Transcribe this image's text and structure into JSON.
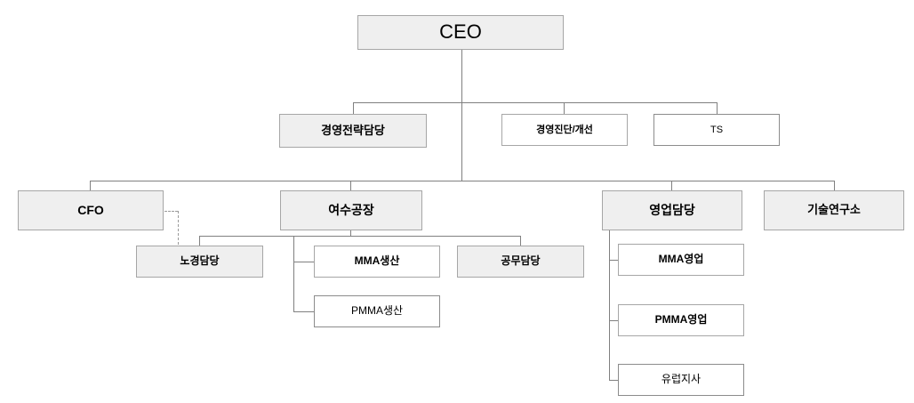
{
  "chart_data": {
    "type": "diagram",
    "diagram_type": "organization-chart",
    "title": "",
    "orientation": "top-down",
    "colors": {
      "node_fill_shaded": "#efefef",
      "node_fill_plain": "#ffffff",
      "node_border": "#a6a6a6",
      "connector": "#808080",
      "text": "#000000",
      "background": "#ffffff"
    },
    "levels": [
      {
        "level": 1,
        "labels": [
          "CEO"
        ]
      },
      {
        "level": 2,
        "labels": [
          "경영전략담당",
          "경영진단/개선",
          "TS"
        ]
      },
      {
        "level": 3,
        "labels": [
          "CFO",
          "여수공장",
          "영업담당",
          "기술연구소"
        ]
      },
      {
        "level": 4,
        "labels": [
          "노경담당",
          "MMA생산",
          "PMMA생산",
          "공무담당",
          "MMA영업",
          "PMMA영업",
          "유럽지사"
        ]
      }
    ],
    "nodes": [
      {
        "id": "ceo",
        "label": "CEO",
        "level": 1,
        "style": "shaded",
        "weight": "normal",
        "font_size": 22
      },
      {
        "id": "strategy",
        "label": "경영전략담당",
        "level": 2,
        "style": "shaded",
        "weight": "bold",
        "font_size": 13
      },
      {
        "id": "diagnosis",
        "label": "경영진단/개선",
        "level": 2,
        "style": "plain",
        "weight": "bold",
        "font_size": 11
      },
      {
        "id": "ts",
        "label": "TS",
        "level": 2,
        "style": "plain",
        "weight": "normal",
        "font_size": 11
      },
      {
        "id": "cfo",
        "label": "CFO",
        "level": 3,
        "style": "shaded",
        "weight": "bold",
        "font_size": 14
      },
      {
        "id": "yeosu",
        "label": "여수공장",
        "level": 3,
        "style": "shaded",
        "weight": "bold",
        "font_size": 14
      },
      {
        "id": "sales",
        "label": "영업담당",
        "level": 3,
        "style": "shaded",
        "weight": "bold",
        "font_size": 14
      },
      {
        "id": "rnd",
        "label": "기술연구소",
        "level": 3,
        "style": "shaded",
        "weight": "bold",
        "font_size": 13
      },
      {
        "id": "labor",
        "label": "노경담당",
        "level": 4,
        "style": "shaded",
        "weight": "bold",
        "font_size": 12
      },
      {
        "id": "mma_prod",
        "label": "MMA생산",
        "level": 4,
        "style": "plain",
        "weight": "bold",
        "font_size": 12
      },
      {
        "id": "pmma_prod",
        "label": "PMMA생산",
        "level": 4,
        "style": "plain",
        "weight": "normal",
        "font_size": 12
      },
      {
        "id": "engineering",
        "label": "공무담당",
        "level": 4,
        "style": "shaded",
        "weight": "bold",
        "font_size": 12
      },
      {
        "id": "mma_sales",
        "label": "MMA영업",
        "level": 4,
        "style": "plain",
        "weight": "bold",
        "font_size": 12
      },
      {
        "id": "pmma_sales",
        "label": "PMMA영업",
        "level": 4,
        "style": "plain",
        "weight": "bold",
        "font_size": 12
      },
      {
        "id": "europe",
        "label": "유럽지사",
        "level": 4,
        "style": "plain",
        "weight": "normal",
        "font_size": 12
      }
    ],
    "edges": [
      {
        "from": "ceo",
        "to": "strategy",
        "style": "solid"
      },
      {
        "from": "ceo",
        "to": "diagnosis",
        "style": "solid"
      },
      {
        "from": "ceo",
        "to": "ts",
        "style": "solid"
      },
      {
        "from": "ceo",
        "to": "cfo",
        "style": "solid"
      },
      {
        "from": "ceo",
        "to": "yeosu",
        "style": "solid"
      },
      {
        "from": "ceo",
        "to": "sales",
        "style": "solid"
      },
      {
        "from": "ceo",
        "to": "rnd",
        "style": "solid"
      },
      {
        "from": "cfo",
        "to": "labor",
        "style": "dashed"
      },
      {
        "from": "yeosu",
        "to": "mma_prod",
        "style": "solid"
      },
      {
        "from": "yeosu",
        "to": "pmma_prod",
        "style": "solid"
      },
      {
        "from": "yeosu",
        "to": "engineering",
        "style": "solid"
      },
      {
        "from": "sales",
        "to": "mma_sales",
        "style": "solid"
      },
      {
        "from": "sales",
        "to": "pmma_sales",
        "style": "solid"
      },
      {
        "from": "sales",
        "to": "europe",
        "style": "solid"
      }
    ]
  },
  "nodes": {
    "ceo": {
      "label": "CEO"
    },
    "strategy": {
      "label": "경영전략담당"
    },
    "diagnosis": {
      "label": "경영진단/개선"
    },
    "ts": {
      "label": "TS"
    },
    "cfo": {
      "label": "CFO"
    },
    "yeosu": {
      "label": "여수공장"
    },
    "sales": {
      "label": "영업담당"
    },
    "rnd": {
      "label": "기술연구소"
    },
    "labor": {
      "label": "노경담당"
    },
    "mma_prod": {
      "label": "MMA생산"
    },
    "pmma_prod": {
      "label": "PMMA생산"
    },
    "engineering": {
      "label": "공무담당"
    },
    "mma_sales": {
      "label": "MMA영업"
    },
    "pmma_sales": {
      "label": "PMMA영업"
    },
    "europe": {
      "label": "유럽지사"
    }
  }
}
